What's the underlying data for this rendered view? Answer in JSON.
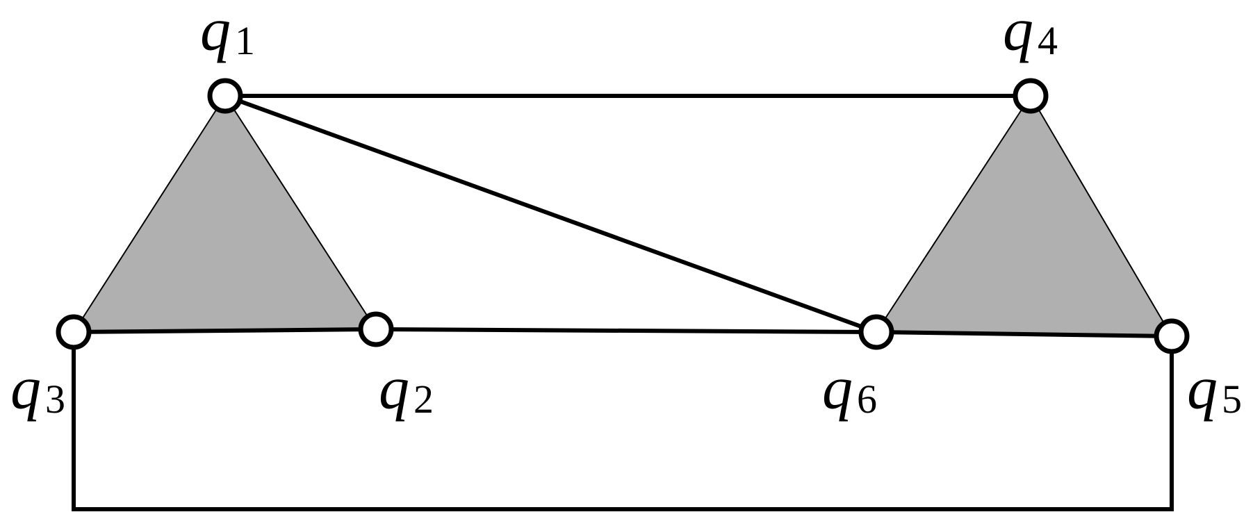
{
  "diagram": {
    "colors": {
      "stroke": "#000000",
      "face_fill": "#b0b0b0",
      "node_fill": "#ffffff",
      "background": "#ffffff"
    },
    "nodes": [
      {
        "id": "q1",
        "symbol": "q",
        "subscript": "1"
      },
      {
        "id": "q2",
        "symbol": "q",
        "subscript": "2"
      },
      {
        "id": "q3",
        "symbol": "q",
        "subscript": "3"
      },
      {
        "id": "q4",
        "symbol": "q",
        "subscript": "4"
      },
      {
        "id": "q5",
        "symbol": "q",
        "subscript": "5"
      },
      {
        "id": "q6",
        "symbol": "q",
        "subscript": "6"
      }
    ],
    "edges": [
      {
        "from": "q1",
        "to": "q4"
      },
      {
        "from": "q1",
        "to": "q6"
      },
      {
        "from": "q3",
        "to": "q2"
      },
      {
        "from": "q2",
        "to": "q6"
      },
      {
        "from": "q6",
        "to": "q5"
      },
      {
        "from": "q3",
        "to": "q5",
        "routed": "below"
      }
    ],
    "faces": [
      {
        "vertices": [
          "q1",
          "q3",
          "q2"
        ]
      },
      {
        "vertices": [
          "q4",
          "q6",
          "q5"
        ]
      }
    ]
  }
}
